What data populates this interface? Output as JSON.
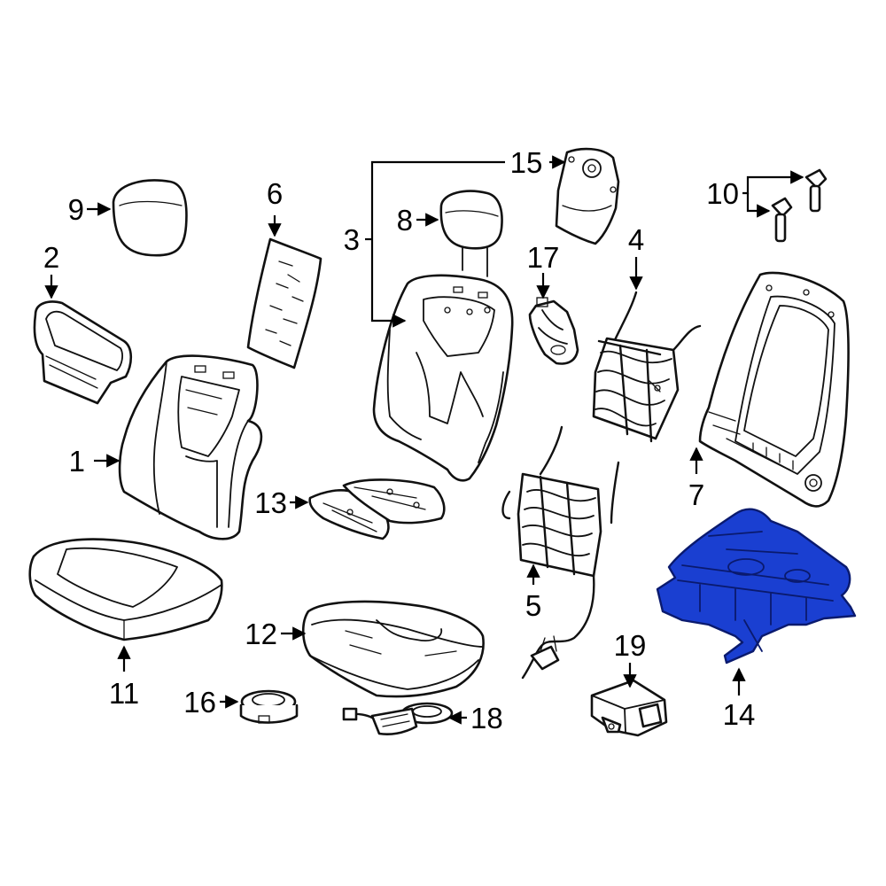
{
  "callouts": {
    "c1": "1",
    "c2": "2",
    "c3": "3",
    "c4": "4",
    "c5": "5",
    "c6": "6",
    "c7": "7",
    "c8": "8",
    "c9": "9",
    "c10": "10",
    "c11": "11",
    "c12": "12",
    "c13": "13",
    "c14": "14",
    "c15": "15",
    "c16": "16",
    "c17": "17",
    "c18": "18",
    "c19": "19"
  },
  "highlight": {
    "part": "14",
    "color": "#1a3fd1"
  }
}
